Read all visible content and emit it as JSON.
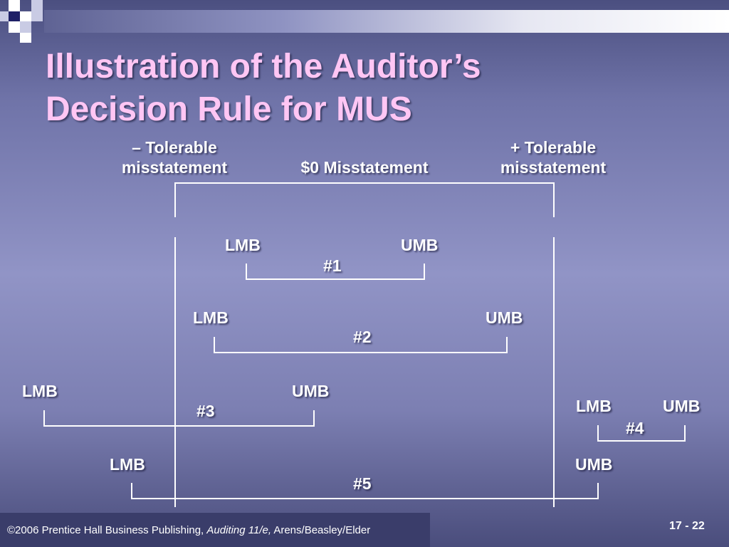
{
  "title": {
    "line1": "Illustration of the Auditor’s",
    "line2": "Decision Rule for MUS"
  },
  "header": {
    "neg_tolerable_line1": "– Tolerable",
    "neg_tolerable_line2": "misstatement",
    "zero_misstatement": "$0 Misstatement",
    "pos_tolerable_line1": "+ Tolerable",
    "pos_tolerable_line2": "misstatement"
  },
  "cases": [
    {
      "lmb": "LMB",
      "umb": "UMB",
      "label": "#1"
    },
    {
      "lmb": "LMB",
      "umb": "UMB",
      "label": "#2"
    },
    {
      "lmb": "LMB",
      "umb": "UMB",
      "label": "#3"
    },
    {
      "lmb": "LMB",
      "umb": "UMB",
      "label": "#4"
    },
    {
      "lmb": "LMB",
      "umb": "UMB",
      "label": "#5"
    }
  ],
  "footer": {
    "copyright": "©2006 Prentice Hall Business Publishing, ",
    "book": "Auditing 11/e,",
    "authors": " Arens/Beasley/Elder"
  },
  "page_number": "17 - 22",
  "colors": {
    "title": "#ffc6f4",
    "text": "#ffffff",
    "footer_bg": "#3a3d6a"
  }
}
